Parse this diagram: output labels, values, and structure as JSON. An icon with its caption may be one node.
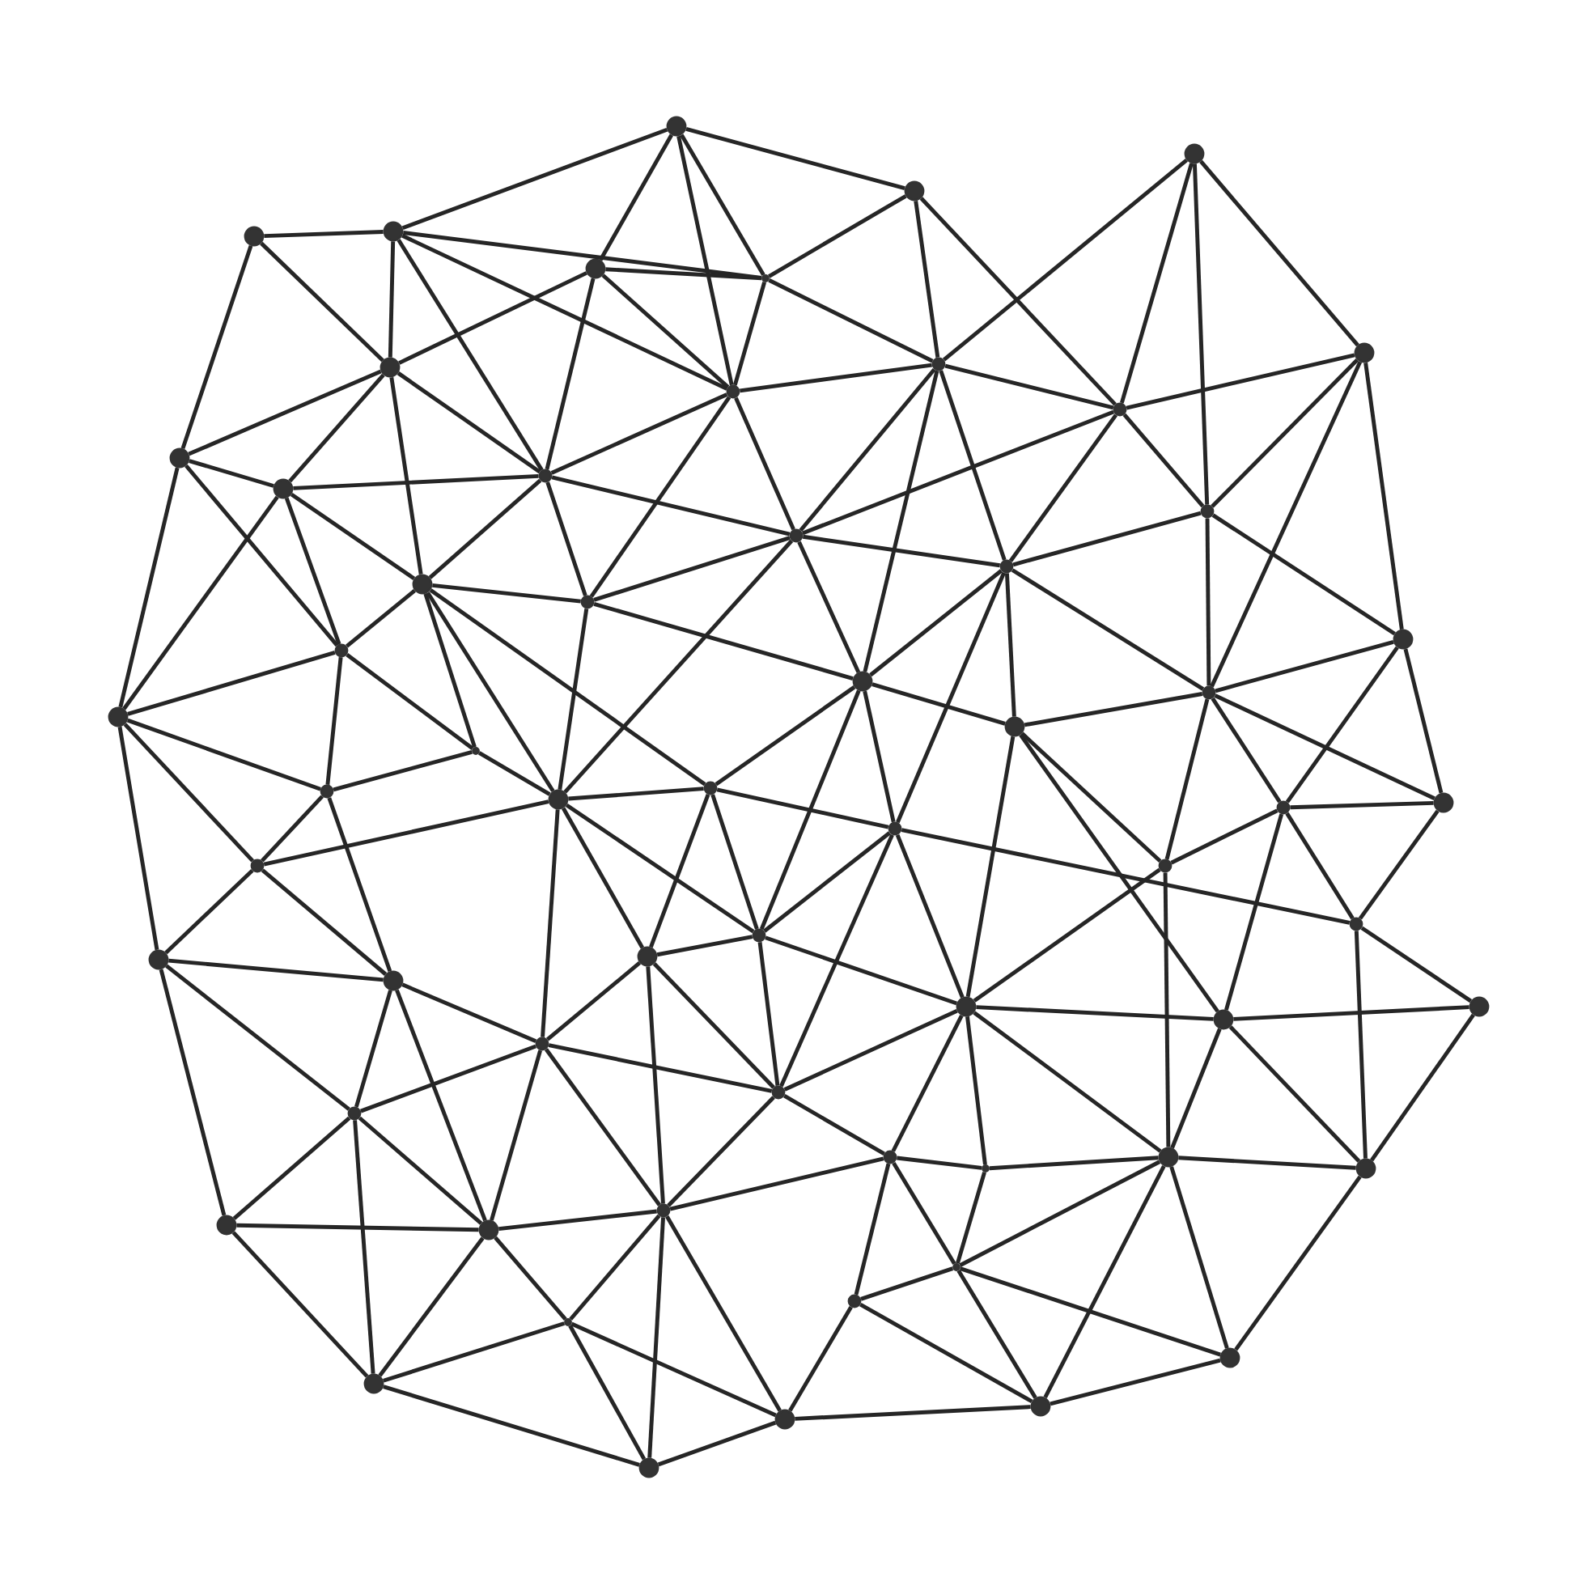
{
  "diagram": {
    "nodes": [
      {
        "text": [],
        "shape": "circle"
      },
      {
        "text": [],
        "shape": "circle"
      },
      {
        "text": [],
        "shape": "circle"
      },
      {
        "text": [],
        "shape": "circle"
      },
      {
        "text": [],
        "shape": "circle"
      },
      {
        "text": [],
        "shape": "circle"
      },
      {
        "text": [],
        "shape": "circle"
      },
      {
        "text": [],
        "shape": "circle"
      },
      {
        "text": [],
        "shape": "circle"
      },
      {
        "text": [],
        "shape": "circle"
      },
      {
        "text": [],
        "shape": "circle"
      },
      {
        "text": [],
        "shape": "circle"
      },
      {
        "text": [],
        "shape": "circle"
      },
      {
        "text": [],
        "shape": "circle"
      },
      {
        "text": [],
        "shape": "circle"
      },
      {
        "text": [],
        "shape": "circle"
      },
      {
        "text": [],
        "shape": "circle"
      },
      {
        "text": [],
        "shape": "circle"
      },
      {
        "text": [],
        "shape": "circle"
      },
      {
        "text": [],
        "shape": "circle"
      },
      {
        "text": [],
        "shape": "circle"
      },
      {
        "text": [],
        "shape": "circle"
      },
      {
        "text": [],
        "shape": "circle"
      },
      {
        "text": [],
        "shape": "circle"
      },
      {
        "text": [],
        "shape": "circle"
      },
      {
        "text": [],
        "shape": "circle"
      },
      {
        "text": [],
        "shape": "circle"
      },
      {
        "text": [],
        "shape": "circle"
      },
      {
        "text": [],
        "shape": "circle"
      },
      {
        "text": [],
        "shape": "circle"
      },
      {
        "text": [],
        "shape": "circle"
      },
      {
        "text": [],
        "shape": "circle"
      },
      {
        "text": [],
        "shape": "circle"
      },
      {
        "text": [],
        "shape": "circle"
      },
      {
        "text": [],
        "shape": "circle"
      },
      {
        "text": [],
        "shape": "circle"
      },
      {
        "text": [],
        "shape": "circle"
      },
      {
        "text": [],
        "shape": "circle"
      },
      {
        "text": [],
        "shape": "circle"
      },
      {
        "text": [],
        "shape": "circle"
      },
      {
        "text": [],
        "shape": "circle"
      },
      {
        "text": [],
        "shape": "circle"
      },
      {
        "text": [],
        "shape": "circle"
      },
      {
        "text": [],
        "shape": "circle"
      },
      {
        "text": [],
        "shape": "circle"
      },
      {
        "text": [],
        "shape": "circle"
      },
      {
        "text": [],
        "shape": "circle"
      },
      {
        "text": [],
        "shape": "circle"
      },
      {
        "text": [],
        "shape": "circle"
      },
      {
        "text": [],
        "shape": "circle"
      },
      {
        "text": [],
        "shape": "circle"
      },
      {
        "text": [],
        "shape": "circle"
      },
      {
        "text": [],
        "shape": "circle"
      },
      {
        "text": [],
        "shape": "circle"
      },
      {
        "text": [],
        "shape": "circle"
      },
      {
        "text": [],
        "shape": "circle"
      },
      {
        "text": [],
        "shape": "circle"
      },
      {
        "text": [],
        "shape": "circle"
      },
      {
        "text": [],
        "shape": "circle"
      },
      {
        "text": [],
        "shape": "circle"
      },
      {
        "text": [],
        "shape": "circle"
      }
    ],
    "edges": [
      {
        "from": 0,
        "to": 3,
        "arrow": "none"
      },
      {
        "from": 0,
        "to": 5,
        "arrow": "none"
      },
      {
        "from": 0,
        "to": 10,
        "arrow": "none"
      },
      {
        "from": 0,
        "to": 6,
        "arrow": "none"
      },
      {
        "from": 0,
        "to": 2,
        "arrow": "none"
      },
      {
        "from": 4,
        "to": 3,
        "arrow": "none"
      },
      {
        "from": 4,
        "to": 9,
        "arrow": "none"
      },
      {
        "from": 4,
        "to": 12,
        "arrow": "none"
      },
      {
        "from": 3,
        "to": 9,
        "arrow": "none"
      },
      {
        "from": 3,
        "to": 6,
        "arrow": "none"
      },
      {
        "from": 3,
        "to": 10,
        "arrow": "none"
      },
      {
        "from": 3,
        "to": 13,
        "arrow": "none"
      },
      {
        "from": 5,
        "to": 9,
        "arrow": "none"
      },
      {
        "from": 5,
        "to": 6,
        "arrow": "none"
      },
      {
        "from": 5,
        "to": 10,
        "arrow": "none"
      },
      {
        "from": 5,
        "to": 13,
        "arrow": "none"
      },
      {
        "from": 6,
        "to": 10,
        "arrow": "none"
      },
      {
        "from": 6,
        "to": 2,
        "arrow": "none"
      },
      {
        "from": 6,
        "to": 8,
        "arrow": "none"
      },
      {
        "from": 9,
        "to": 12,
        "arrow": "none"
      },
      {
        "from": 9,
        "to": 14,
        "arrow": "none"
      },
      {
        "from": 9,
        "to": 13,
        "arrow": "none"
      },
      {
        "from": 9,
        "to": 18,
        "arrow": "none"
      },
      {
        "from": 12,
        "to": 14,
        "arrow": "none"
      },
      {
        "from": 12,
        "to": 24,
        "arrow": "none"
      },
      {
        "from": 12,
        "to": 21,
        "arrow": "none"
      },
      {
        "from": 14,
        "to": 24,
        "arrow": "none"
      },
      {
        "from": 14,
        "to": 18,
        "arrow": "none"
      },
      {
        "from": 14,
        "to": 13,
        "arrow": "none"
      },
      {
        "from": 14,
        "to": 21,
        "arrow": "none"
      },
      {
        "from": 13,
        "to": 10,
        "arrow": "none"
      },
      {
        "from": 13,
        "to": 16,
        "arrow": "none"
      },
      {
        "from": 13,
        "to": 18,
        "arrow": "none"
      },
      {
        "from": 13,
        "to": 19,
        "arrow": "none"
      },
      {
        "from": 10,
        "to": 16,
        "arrow": "none"
      },
      {
        "from": 10,
        "to": 19,
        "arrow": "none"
      },
      {
        "from": 10,
        "to": 8,
        "arrow": "none"
      },
      {
        "from": 18,
        "to": 19,
        "arrow": "none"
      },
      {
        "from": 19,
        "to": 16,
        "arrow": "none"
      },
      {
        "from": 2,
        "to": 8,
        "arrow": "none"
      },
      {
        "from": 2,
        "to": 11,
        "arrow": "none"
      },
      {
        "from": 1,
        "to": 8,
        "arrow": "none"
      },
      {
        "from": 1,
        "to": 11,
        "arrow": "none"
      },
      {
        "from": 1,
        "to": 15,
        "arrow": "none"
      },
      {
        "from": 1,
        "to": 7,
        "arrow": "none"
      },
      {
        "from": 7,
        "to": 11,
        "arrow": "none"
      },
      {
        "from": 7,
        "to": 15,
        "arrow": "none"
      },
      {
        "from": 7,
        "to": 20,
        "arrow": "none"
      },
      {
        "from": 7,
        "to": 23,
        "arrow": "none"
      },
      {
        "from": 8,
        "to": 16,
        "arrow": "none"
      },
      {
        "from": 8,
        "to": 11,
        "arrow": "none"
      },
      {
        "from": 8,
        "to": 17,
        "arrow": "none"
      },
      {
        "from": 8,
        "to": 22,
        "arrow": "none"
      },
      {
        "from": 11,
        "to": 15,
        "arrow": "none"
      },
      {
        "from": 11,
        "to": 17,
        "arrow": "none"
      },
      {
        "from": 11,
        "to": 16,
        "arrow": "none"
      },
      {
        "from": 15,
        "to": 17,
        "arrow": "none"
      },
      {
        "from": 15,
        "to": 23,
        "arrow": "none"
      },
      {
        "from": 15,
        "to": 20,
        "arrow": "none"
      },
      {
        "from": 17,
        "to": 16,
        "arrow": "none"
      },
      {
        "from": 17,
        "to": 25,
        "arrow": "none"
      },
      {
        "from": 17,
        "to": 22,
        "arrow": "none"
      },
      {
        "from": 17,
        "to": 23,
        "arrow": "none"
      },
      {
        "from": 17,
        "to": 32,
        "arrow": "none"
      },
      {
        "from": 16,
        "to": 22,
        "arrow": "none"
      },
      {
        "from": 16,
        "to": 29,
        "arrow": "none"
      },
      {
        "from": 18,
        "to": 21,
        "arrow": "none"
      },
      {
        "from": 18,
        "to": 26,
        "arrow": "none"
      },
      {
        "from": 18,
        "to": 29,
        "arrow": "none"
      },
      {
        "from": 18,
        "to": 27,
        "arrow": "none"
      },
      {
        "from": 19,
        "to": 29,
        "arrow": "none"
      },
      {
        "from": 19,
        "to": 22,
        "arrow": "none"
      },
      {
        "from": 21,
        "to": 24,
        "arrow": "none"
      },
      {
        "from": 21,
        "to": 28,
        "arrow": "none"
      },
      {
        "from": 21,
        "to": 26,
        "arrow": "none"
      },
      {
        "from": 24,
        "to": 28,
        "arrow": "none"
      },
      {
        "from": 24,
        "to": 34,
        "arrow": "none"
      },
      {
        "from": 24,
        "to": 38,
        "arrow": "none"
      },
      {
        "from": 28,
        "to": 26,
        "arrow": "none"
      },
      {
        "from": 28,
        "to": 34,
        "arrow": "none"
      },
      {
        "from": 28,
        "to": 39,
        "arrow": "none"
      },
      {
        "from": 26,
        "to": 29,
        "arrow": "none"
      },
      {
        "from": 29,
        "to": 27,
        "arrow": "none"
      },
      {
        "from": 29,
        "to": 34,
        "arrow": "none"
      },
      {
        "from": 29,
        "to": 37,
        "arrow": "none"
      },
      {
        "from": 29,
        "to": 43,
        "arrow": "none"
      },
      {
        "from": 29,
        "to": 36,
        "arrow": "none"
      },
      {
        "from": 27,
        "to": 22,
        "arrow": "none"
      },
      {
        "from": 27,
        "to": 36,
        "arrow": "none"
      },
      {
        "from": 27,
        "to": 37,
        "arrow": "none"
      },
      {
        "from": 27,
        "to": 32,
        "arrow": "none"
      },
      {
        "from": 34,
        "to": 38,
        "arrow": "none"
      },
      {
        "from": 34,
        "to": 39,
        "arrow": "none"
      },
      {
        "from": 38,
        "to": 39,
        "arrow": "none"
      },
      {
        "from": 38,
        "to": 51,
        "arrow": "none"
      },
      {
        "from": 38,
        "to": 45,
        "arrow": "none"
      },
      {
        "from": 39,
        "to": 43,
        "arrow": "none"
      },
      {
        "from": 39,
        "to": 45,
        "arrow": "none"
      },
      {
        "from": 39,
        "to": 52,
        "arrow": "none"
      },
      {
        "from": 37,
        "to": 43,
        "arrow": "none"
      },
      {
        "from": 37,
        "to": 36,
        "arrow": "none"
      },
      {
        "from": 37,
        "to": 44,
        "arrow": "none"
      },
      {
        "from": 37,
        "to": 50,
        "arrow": "none"
      },
      {
        "from": 22,
        "to": 32,
        "arrow": "none"
      },
      {
        "from": 22,
        "to": 25,
        "arrow": "none"
      },
      {
        "from": 22,
        "to": 36,
        "arrow": "none"
      },
      {
        "from": 25,
        "to": 23,
        "arrow": "none"
      },
      {
        "from": 25,
        "to": 40,
        "arrow": "none"
      },
      {
        "from": 25,
        "to": 41,
        "arrow": "none"
      },
      {
        "from": 25,
        "to": 33,
        "arrow": "none"
      },
      {
        "from": 23,
        "to": 20,
        "arrow": "none"
      },
      {
        "from": 23,
        "to": 31,
        "arrow": "none"
      },
      {
        "from": 23,
        "to": 30,
        "arrow": "none"
      },
      {
        "from": 23,
        "to": 33,
        "arrow": "none"
      },
      {
        "from": 20,
        "to": 31,
        "arrow": "none"
      },
      {
        "from": 20,
        "to": 30,
        "arrow": "none"
      },
      {
        "from": 31,
        "to": 30,
        "arrow": "none"
      },
      {
        "from": 31,
        "to": 33,
        "arrow": "none"
      },
      {
        "from": 31,
        "to": 35,
        "arrow": "none"
      },
      {
        "from": 31,
        "to": 41,
        "arrow": "none"
      },
      {
        "from": 32,
        "to": 35,
        "arrow": "none"
      },
      {
        "from": 32,
        "to": 40,
        "arrow": "none"
      },
      {
        "from": 32,
        "to": 36,
        "arrow": "none"
      },
      {
        "from": 32,
        "to": 44,
        "arrow": "none"
      },
      {
        "from": 33,
        "to": 40,
        "arrow": "none"
      },
      {
        "from": 33,
        "to": 47,
        "arrow": "none"
      },
      {
        "from": 35,
        "to": 42,
        "arrow": "none"
      },
      {
        "from": 35,
        "to": 30,
        "arrow": "none"
      },
      {
        "from": 35,
        "to": 48,
        "arrow": "none"
      },
      {
        "from": 43,
        "to": 44,
        "arrow": "none"
      },
      {
        "from": 43,
        "to": 45,
        "arrow": "none"
      },
      {
        "from": 43,
        "to": 50,
        "arrow": "none"
      },
      {
        "from": 43,
        "to": 52,
        "arrow": "none"
      },
      {
        "from": 45,
        "to": 51,
        "arrow": "none"
      },
      {
        "from": 45,
        "to": 52,
        "arrow": "none"
      },
      {
        "from": 45,
        "to": 57,
        "arrow": "none"
      },
      {
        "from": 51,
        "to": 57,
        "arrow": "none"
      },
      {
        "from": 51,
        "to": 52,
        "arrow": "none"
      },
      {
        "from": 52,
        "to": 50,
        "arrow": "none"
      },
      {
        "from": 52,
        "to": 57,
        "arrow": "none"
      },
      {
        "from": 52,
        "to": 55,
        "arrow": "none"
      },
      {
        "from": 55,
        "to": 50,
        "arrow": "none"
      },
      {
        "from": 55,
        "to": 57,
        "arrow": "none"
      },
      {
        "from": 55,
        "to": 60,
        "arrow": "none"
      },
      {
        "from": 55,
        "to": 59,
        "arrow": "none"
      },
      {
        "from": 50,
        "to": 44,
        "arrow": "none"
      },
      {
        "from": 50,
        "to": 60,
        "arrow": "none"
      },
      {
        "from": 50,
        "to": 59,
        "arrow": "none"
      },
      {
        "from": 50,
        "to": 46,
        "arrow": "none"
      },
      {
        "from": 57,
        "to": 60,
        "arrow": "none"
      },
      {
        "from": 60,
        "to": 59,
        "arrow": "none"
      },
      {
        "from": 40,
        "to": 44,
        "arrow": "none"
      },
      {
        "from": 40,
        "to": 47,
        "arrow": "none"
      },
      {
        "from": 40,
        "to": 46,
        "arrow": "none"
      },
      {
        "from": 40,
        "to": 49,
        "arrow": "none"
      },
      {
        "from": 40,
        "to": 41,
        "arrow": "none"
      },
      {
        "from": 40,
        "to": 36,
        "arrow": "none"
      },
      {
        "from": 41,
        "to": 47,
        "arrow": "none"
      },
      {
        "from": 41,
        "to": 48,
        "arrow": "none"
      },
      {
        "from": 41,
        "to": 42,
        "arrow": "none"
      },
      {
        "from": 47,
        "to": 48,
        "arrow": "none"
      },
      {
        "from": 47,
        "to": 49,
        "arrow": "none"
      },
      {
        "from": 47,
        "to": 53,
        "arrow": "none"
      },
      {
        "from": 47,
        "to": 58,
        "arrow": "none"
      },
      {
        "from": 47,
        "to": 56,
        "arrow": "none"
      },
      {
        "from": 48,
        "to": 42,
        "arrow": "none"
      },
      {
        "from": 48,
        "to": 56,
        "arrow": "none"
      },
      {
        "from": 46,
        "to": 44,
        "arrow": "none"
      },
      {
        "from": 46,
        "to": 49,
        "arrow": "none"
      },
      {
        "from": 46,
        "to": 54,
        "arrow": "none"
      },
      {
        "from": 46,
        "to": 53,
        "arrow": "none"
      },
      {
        "from": 49,
        "to": 53,
        "arrow": "none"
      },
      {
        "from": 53,
        "to": 54,
        "arrow": "none"
      },
      {
        "from": 53,
        "to": 58,
        "arrow": "none"
      },
      {
        "from": 53,
        "to": 56,
        "arrow": "none"
      },
      {
        "from": 54,
        "to": 59,
        "arrow": "none"
      },
      {
        "from": 54,
        "to": 58,
        "arrow": "none"
      },
      {
        "from": 58,
        "to": 56,
        "arrow": "none"
      },
      {
        "from": 59,
        "to": 58,
        "arrow": "none"
      },
      {
        "from": 36,
        "to": 44,
        "arrow": "none"
      }
    ]
  }
}
